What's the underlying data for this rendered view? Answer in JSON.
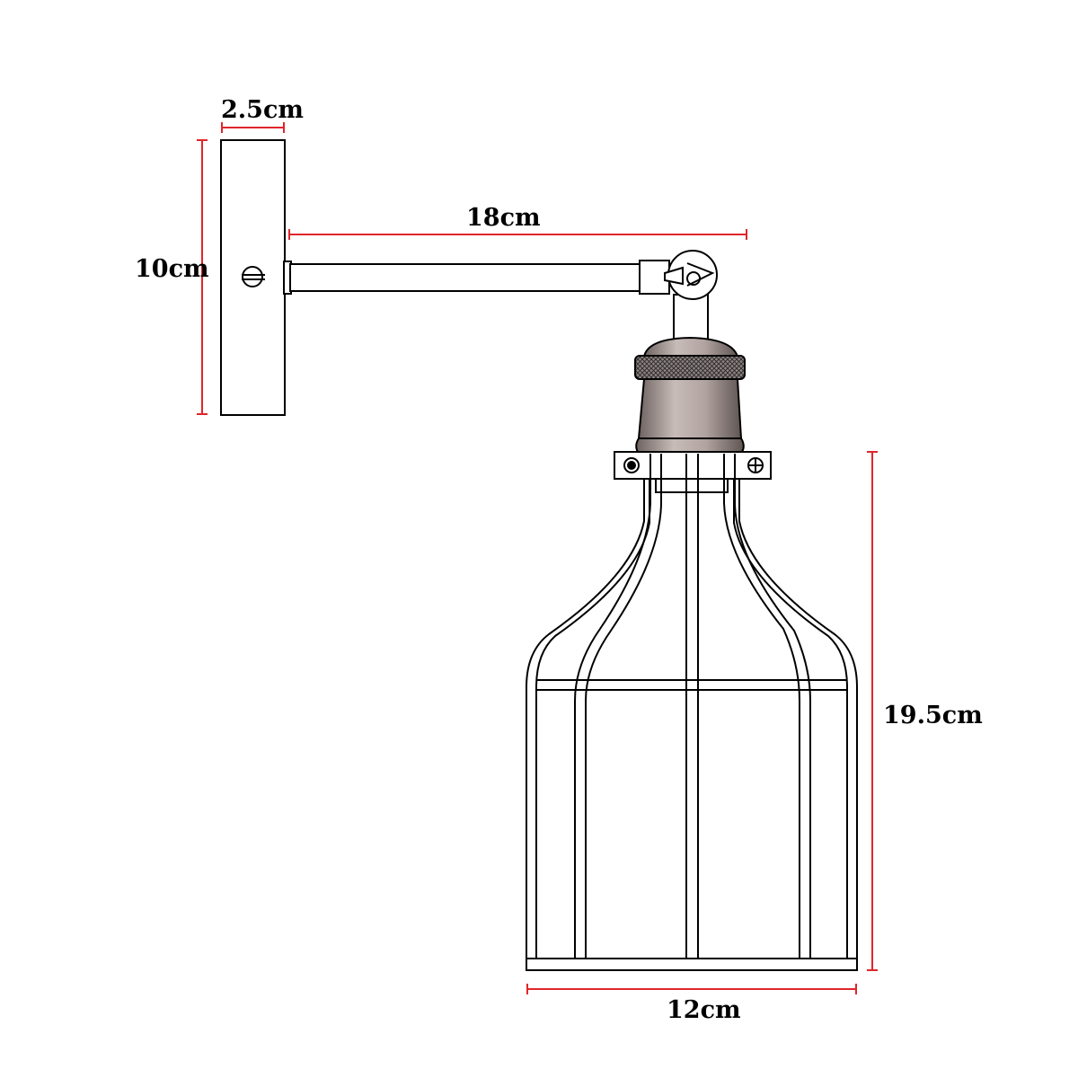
{
  "dimensions": {
    "backplate_depth": "2.5cm",
    "backplate_height": "10cm",
    "arm_length": "18cm",
    "cage_height": "19.5cm",
    "cage_width": "12cm"
  },
  "colors": {
    "dimension_line": "#e0262b",
    "outline": "#000000",
    "socket_fill": "#9a8a86",
    "knurl_fill": "#7a7473",
    "background": "#ffffff"
  }
}
